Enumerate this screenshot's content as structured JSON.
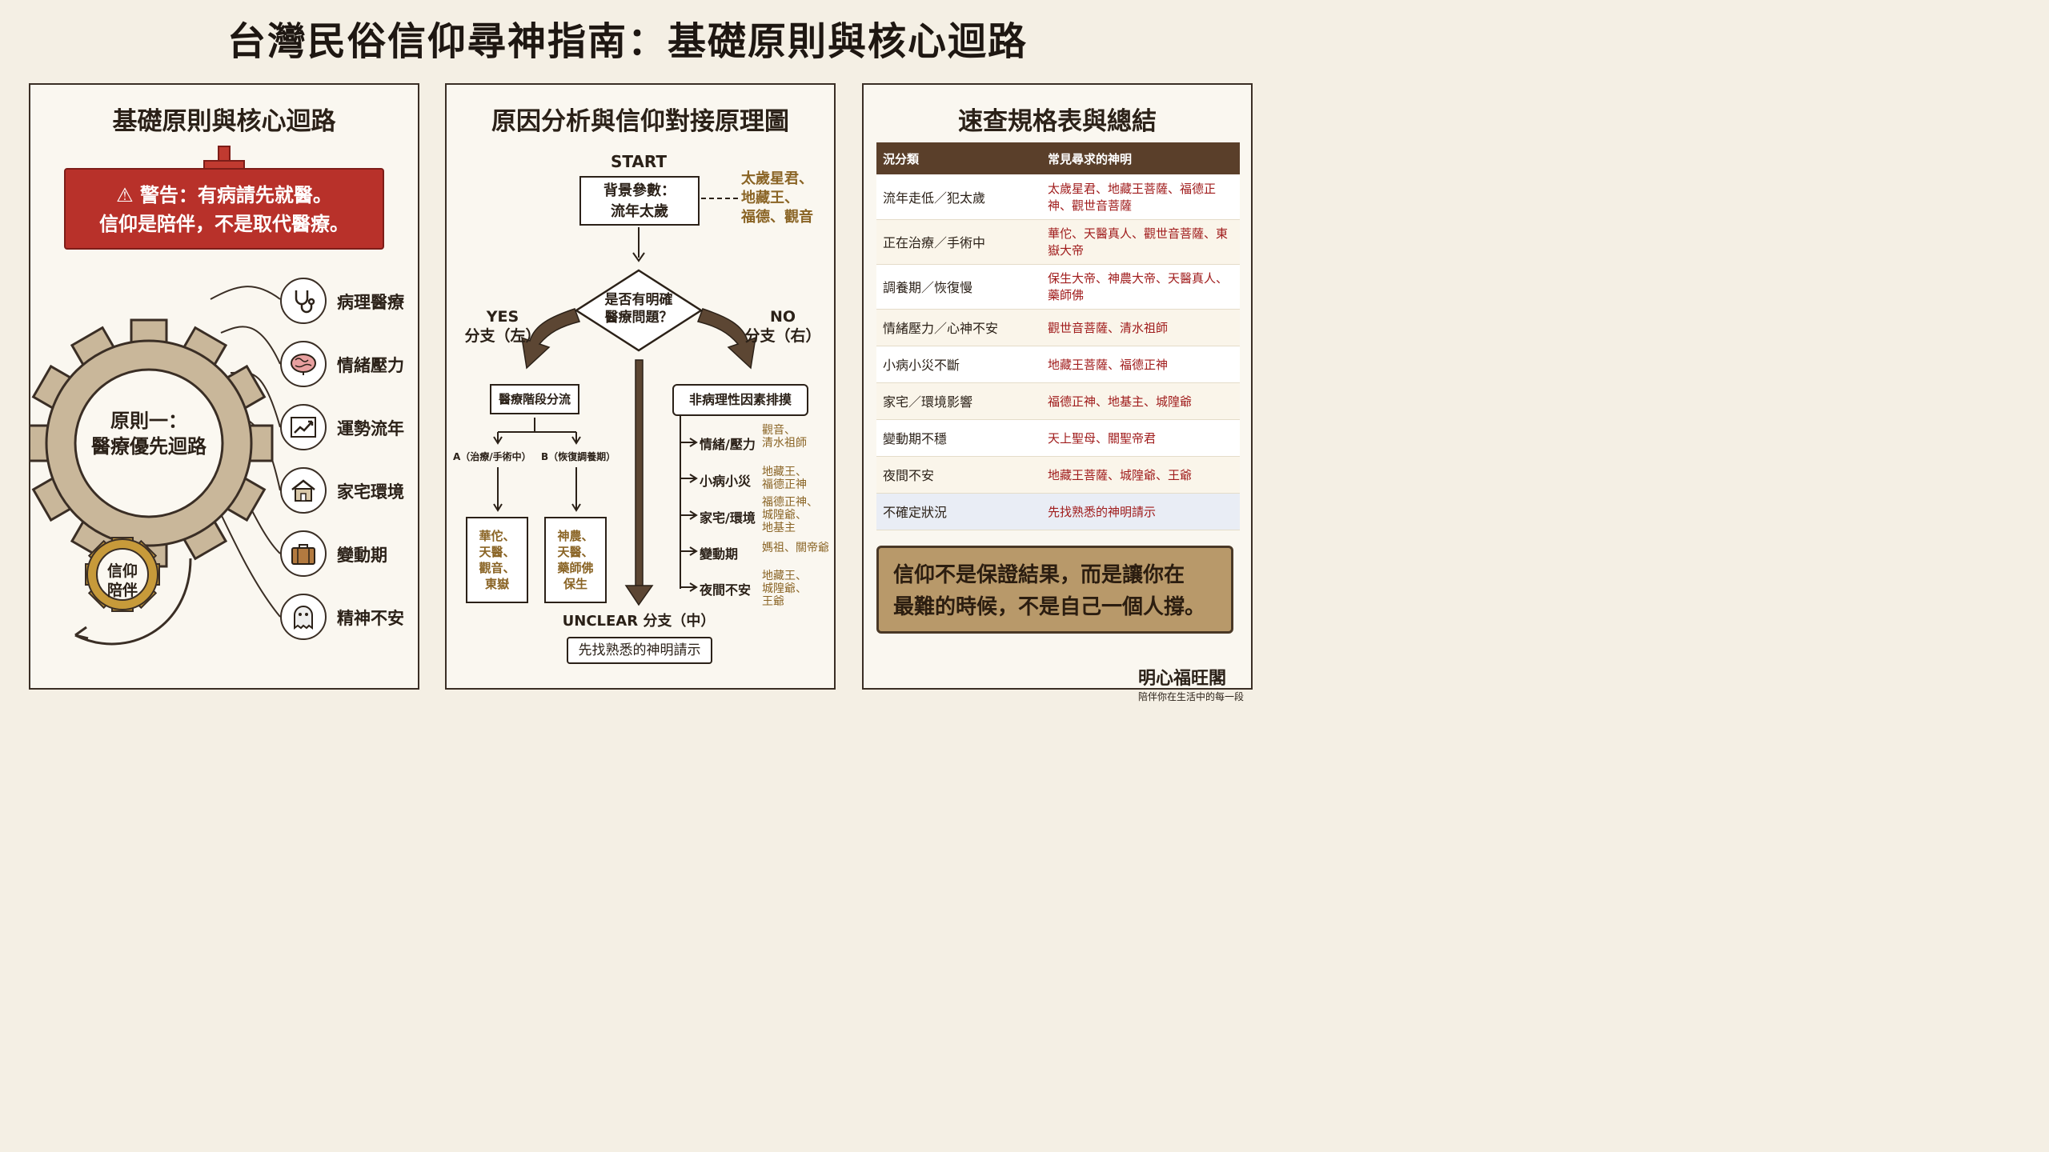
{
  "title": "台灣民俗信仰尋神指南：基礎原則與核心迴路",
  "left": {
    "heading": "基礎原則與核心迴路",
    "warning_line1": "⚠ 警告：有病請先就醫。",
    "warning_line2": "信仰是陪伴，不是取代醫療。",
    "gear_line1": "原則一：",
    "gear_line2": "醫療優先迴路",
    "small_gear_line1": "信仰",
    "small_gear_line2": "陪伴",
    "items": [
      {
        "label": "病理醫療",
        "icon": "stethoscope-icon"
      },
      {
        "label": "情緒壓力",
        "icon": "brain-icon"
      },
      {
        "label": "運勢流年",
        "icon": "trend-chart-icon"
      },
      {
        "label": "家宅環境",
        "icon": "house-icon"
      },
      {
        "label": "變動期",
        "icon": "suitcase-icon"
      },
      {
        "label": "精神不安",
        "icon": "ghost-icon"
      }
    ]
  },
  "middle": {
    "heading": "原因分析與信仰對接原理圖",
    "start": "START",
    "bg_line1": "背景參數：",
    "bg_line2": "流年太歲",
    "bg_gods_line1": "太歲星君、",
    "bg_gods_line2": "地藏王、",
    "bg_gods_line3": "福德、觀音",
    "decision_line1": "是否有明確",
    "decision_line2": "醫療問題？",
    "yes_line1": "YES",
    "yes_line2": "分支（左）",
    "no_line1": "NO",
    "no_line2": "分支（右）",
    "medical_box": "醫療階段分流",
    "a_label": "A（治療/手術中）",
    "b_label": "B（恢復調養期）",
    "a_gods": [
      "華佗、",
      "天醫、",
      "觀音、",
      "東嶽"
    ],
    "b_gods": [
      "神農、",
      "天醫、",
      "藥師佛",
      "保生"
    ],
    "non_box": "非病理性因素排摸",
    "factors": [
      {
        "label": "情緒/壓力",
        "gods": [
          "觀音、",
          "清水祖師"
        ]
      },
      {
        "label": "小病小災",
        "gods": [
          "地藏王、",
          "福德正神"
        ]
      },
      {
        "label": "家宅/環境",
        "gods": [
          "福德正神、",
          "城隍爺、",
          "地基主"
        ]
      },
      {
        "label": "變動期",
        "gods": [
          "媽祖、關帝爺"
        ]
      },
      {
        "label": "夜間不安",
        "gods": [
          "地藏王、",
          "城隍爺、",
          "王爺"
        ]
      }
    ],
    "unclear": "UNCLEAR 分支（中）",
    "unclear_box": "先找熟悉的神明請示"
  },
  "right": {
    "heading": "速查規格表與總結",
    "col1": "況分類",
    "col2": "常見尋求的神明",
    "rows": [
      {
        "situation": "流年走低／犯太歲",
        "gods": "太歲星君、地藏王菩薩、福德正神、觀世音菩薩"
      },
      {
        "situation": "正在治療／手術中",
        "gods": "華佗、天醫真人、觀世音菩薩、東嶽大帝"
      },
      {
        "situation": "調養期／恢復慢",
        "gods": "保生大帝、神農大帝、天醫真人、藥師佛"
      },
      {
        "situation": "情緒壓力／心神不安",
        "gods": "觀世音菩薩、清水祖師"
      },
      {
        "situation": "小病小災不斷",
        "gods": "地藏王菩薩、福德正神"
      },
      {
        "situation": "家宅／環境影響",
        "gods": "福德正神、地基主、城隍爺"
      },
      {
        "situation": "變動期不穩",
        "gods": "天上聖母、關聖帝君"
      },
      {
        "situation": "夜間不安",
        "gods": "地藏王菩薩、城隍爺、王爺"
      },
      {
        "situation": "不確定狀況",
        "gods": "先找熟悉的神明請示"
      }
    ],
    "quote_line1": "信仰不是保證結果，而是讓你在",
    "quote_line2": "最難的時候，不是自己一個人撐。"
  },
  "footer": {
    "brand": "明心福旺閣",
    "tagline": "陪伴你在生活中的每一段"
  },
  "colors": {
    "background": "#f4efe4",
    "warning_red": "#b8312a",
    "gold_text": "#8a6425",
    "table_header": "#5a3f2a",
    "table_red_text": "#a01c1c",
    "quote_bg": "#b8996a"
  }
}
